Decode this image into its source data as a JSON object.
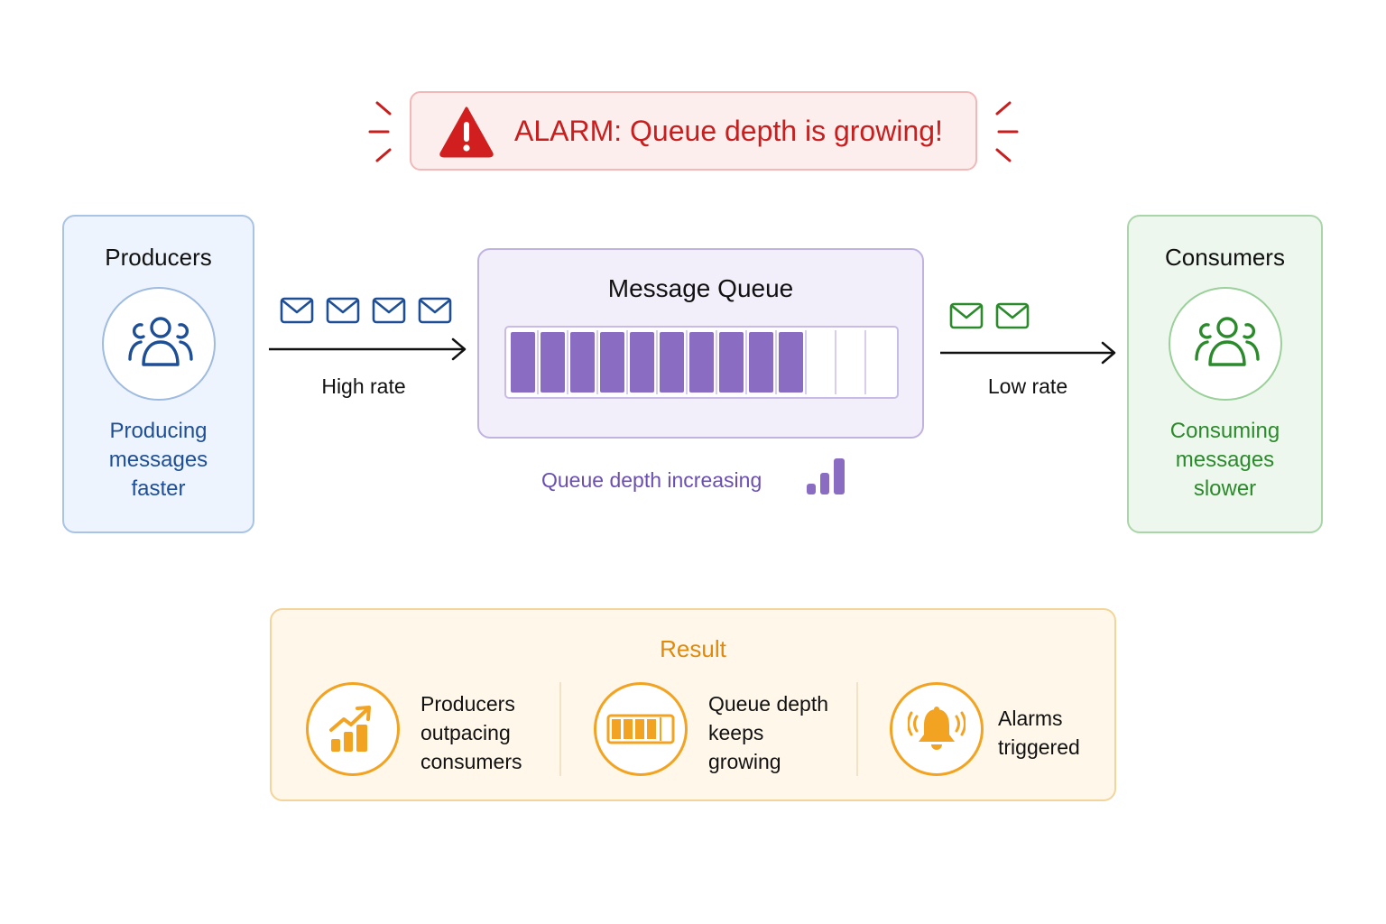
{
  "alarm": {
    "text": "ALARM: Queue depth is growing!",
    "icon": "warning-triangle-icon",
    "color": "#c81e1e"
  },
  "producers": {
    "title": "Producers",
    "icon": "users-icon",
    "description_lines": [
      "Producing",
      "messages",
      "faster"
    ],
    "color": "#1e4f96"
  },
  "inflow": {
    "label": "High rate",
    "envelope_count": 4
  },
  "queue": {
    "title": "Message Queue",
    "total_slots": 13,
    "filled_slots": 10,
    "depth_label": "Queue depth increasing",
    "depth_icon": "rising-bars-icon",
    "color": "#8a6cc2"
  },
  "outflow": {
    "label": "Low rate",
    "envelope_count": 2
  },
  "consumers": {
    "title": "Consumers",
    "icon": "users-icon",
    "description_lines": [
      "Consuming",
      "messages",
      "slower"
    ],
    "color": "#2b8a2b"
  },
  "result": {
    "title": "Result",
    "color": "#e08a0b",
    "items": [
      {
        "icon": "trend-up-chart-icon",
        "lines": [
          "Producers",
          "outpacing",
          "consumers"
        ]
      },
      {
        "icon": "queue-bar-icon",
        "lines": [
          "Queue depth",
          "keeps",
          "growing"
        ]
      },
      {
        "icon": "bell-alarm-icon",
        "lines": [
          "Alarms",
          "triggered"
        ]
      }
    ]
  }
}
